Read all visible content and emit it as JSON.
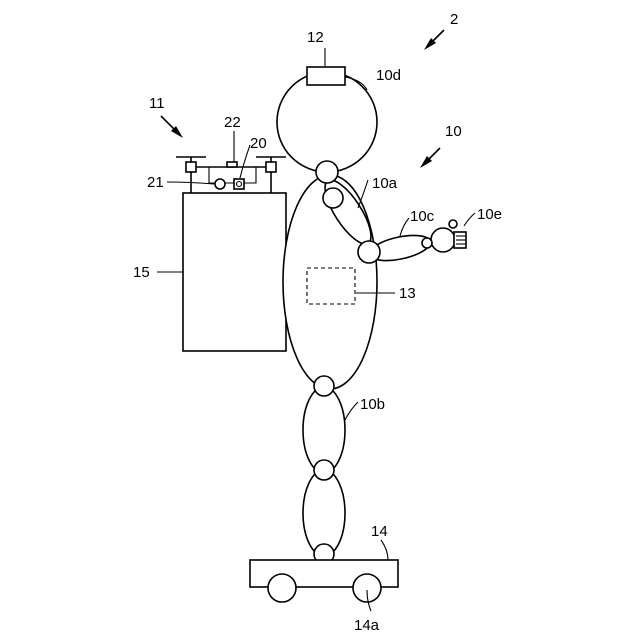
{
  "labels": {
    "system": "2",
    "robot": "10",
    "body": "10a",
    "leg": "10b",
    "arm": "10c",
    "head": "10d",
    "hand": "10e",
    "flying_unit": "11",
    "head_sensor": "12",
    "controller": "13",
    "base": "14",
    "wheel": "14a",
    "container": "15",
    "drone_body": "20",
    "rotor_arm": "21",
    "drone_top": "22"
  }
}
